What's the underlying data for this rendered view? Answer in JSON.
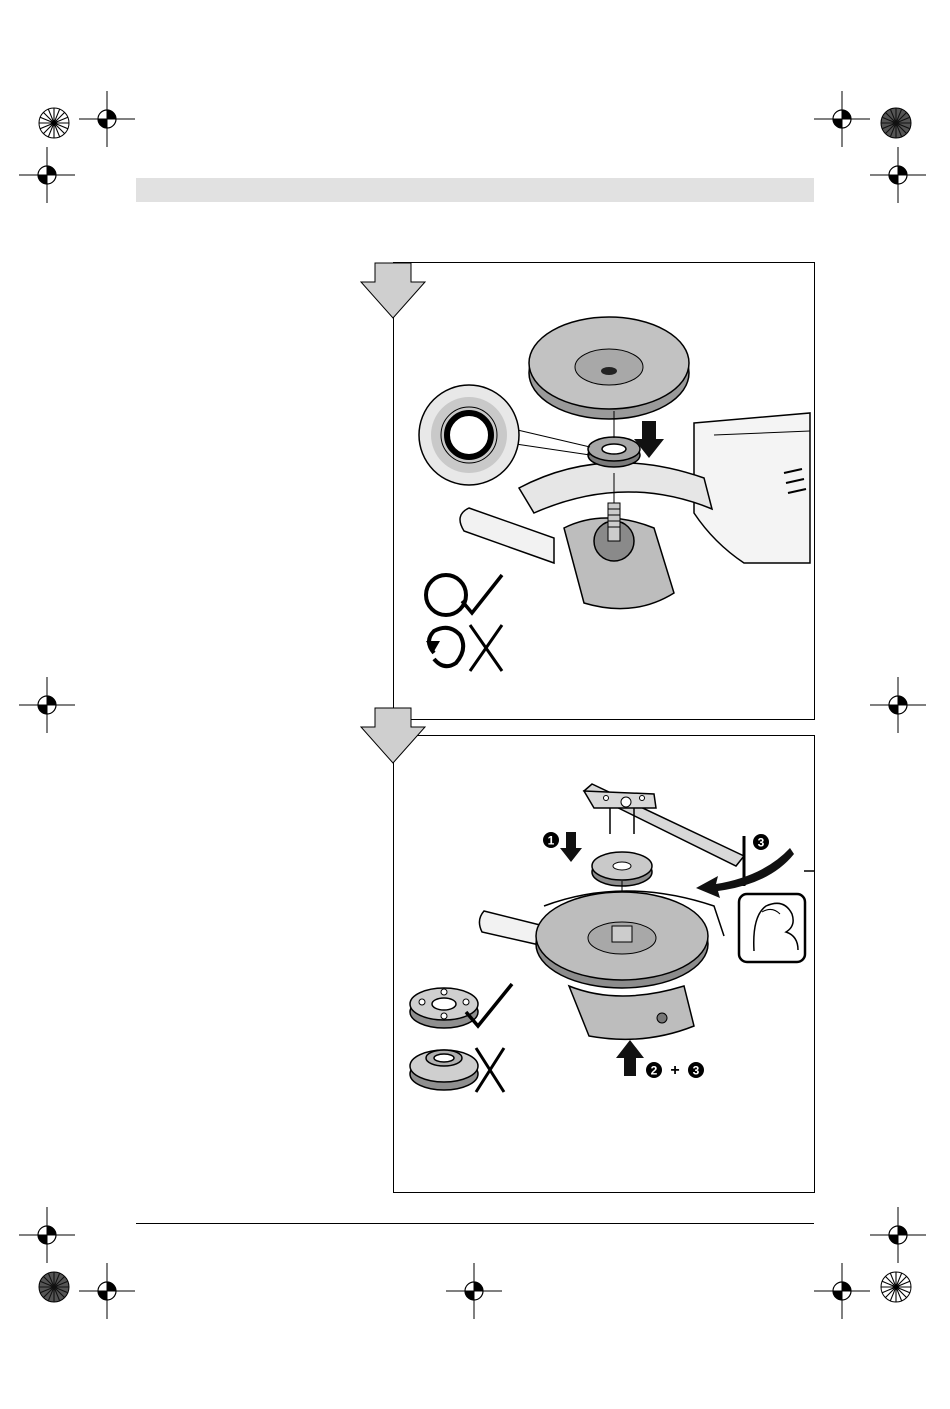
{
  "page": {
    "background": "#ffffff",
    "header_bar_color": "#e1e1e1"
  },
  "figure_1": {
    "icons": [
      "flange-ring-detail-icon",
      "grinding-disc-icon",
      "down-arrow-icon",
      "angle-grinder-icon",
      "correct-rotation-check-icon",
      "wrong-rotation-cross-icon"
    ]
  },
  "figure_2": {
    "callout_1": "1",
    "callout_3": "3",
    "callout_2_plus_3": {
      "a": "2",
      "op": "+",
      "b": "3"
    },
    "icons": [
      "two-pin-spanner-icon",
      "clamping-nut-icon",
      "grinding-disc-icon",
      "angle-grinder-icon",
      "hand-strength-icon",
      "nut-correct-check-icon",
      "nut-wrong-cross-icon",
      "spindle-lock-arrow-icon"
    ]
  }
}
